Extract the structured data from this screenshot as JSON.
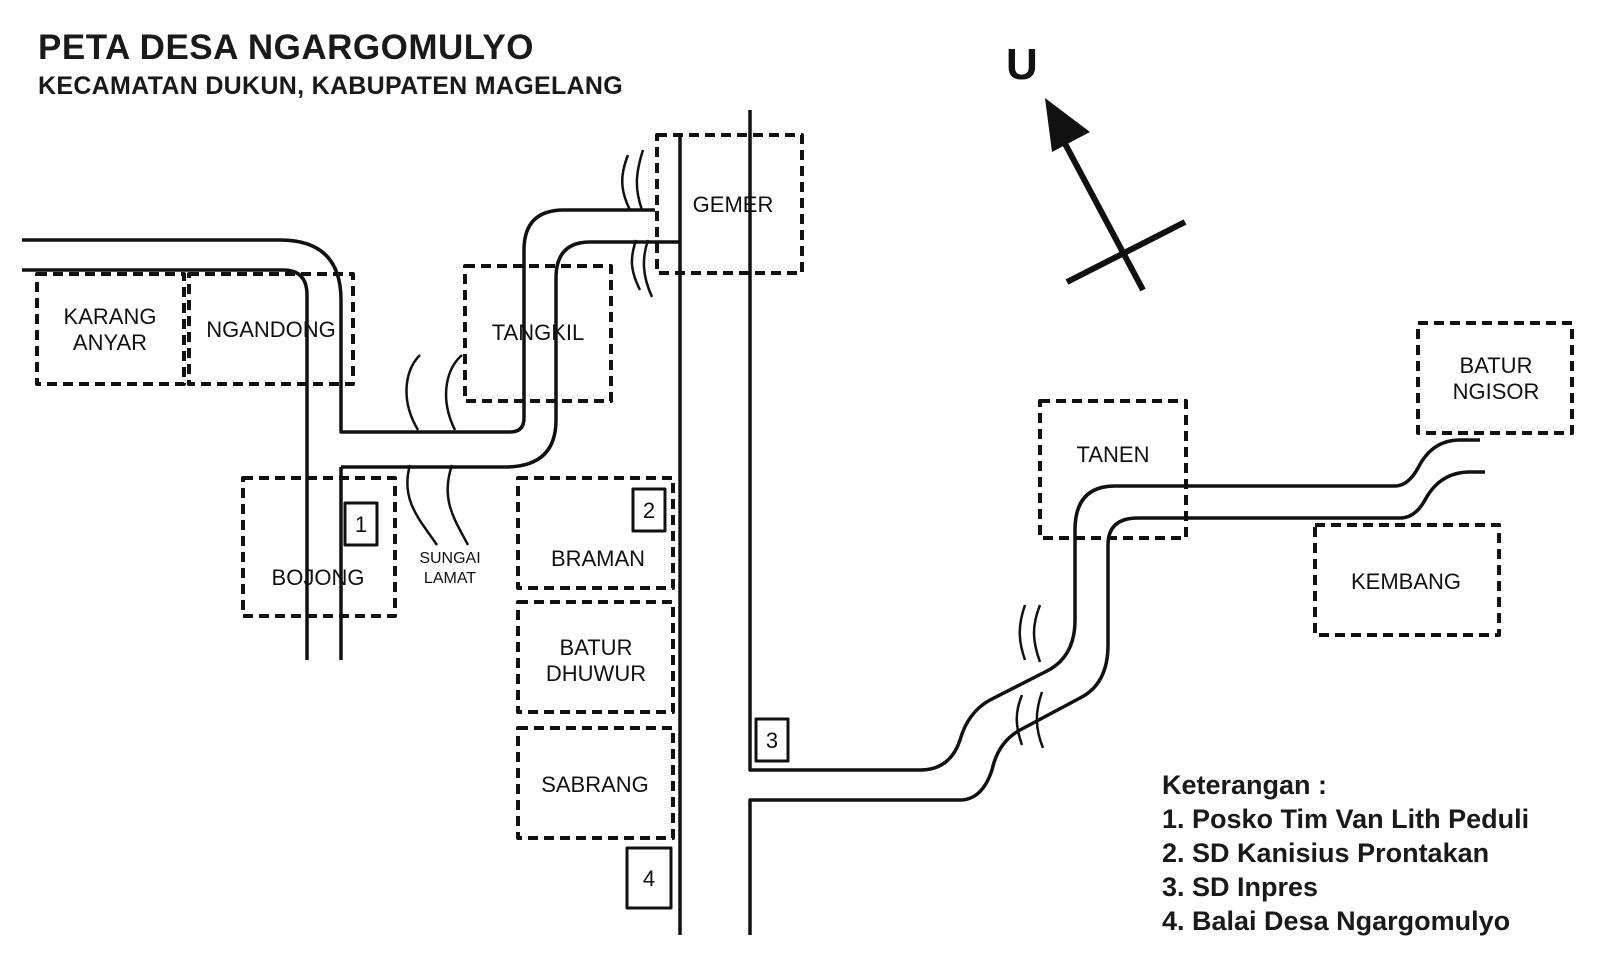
{
  "title": "PETA DESA NGARGOMULYO",
  "subtitle": "KECAMATAN DUKUN, KABUPATEN MAGELANG",
  "north_label": "U",
  "villages": {
    "karang_anyar": [
      "KARANG",
      "ANYAR"
    ],
    "ngandong": [
      "NGANDONG"
    ],
    "tangkil": [
      "TANGKIL"
    ],
    "gemer": [
      "GEMER"
    ],
    "bojong": [
      "BOJONG"
    ],
    "braman": [
      "BRAMAN"
    ],
    "batur_dhuwur": [
      "BATUR",
      "DHUWUR"
    ],
    "sabrang": [
      "SABRANG"
    ],
    "tanen": [
      "TANEN"
    ],
    "batur_ngisor": [
      "BATUR",
      "NGISOR"
    ],
    "kembang": [
      "KEMBANG"
    ]
  },
  "river_label": [
    "SUNGAI",
    "LAMAT"
  ],
  "markers": [
    "1",
    "2",
    "3",
    "4"
  ],
  "legend": {
    "heading": "Keterangan :",
    "items": [
      "1. Posko Tim Van Lith Peduli",
      "2. SD Kanisius Prontakan",
      "3. SD Inpres",
      "4. Balai Desa Ngargomulyo"
    ]
  },
  "colors": {
    "ink": "#111111",
    "background": "#ffffff"
  }
}
